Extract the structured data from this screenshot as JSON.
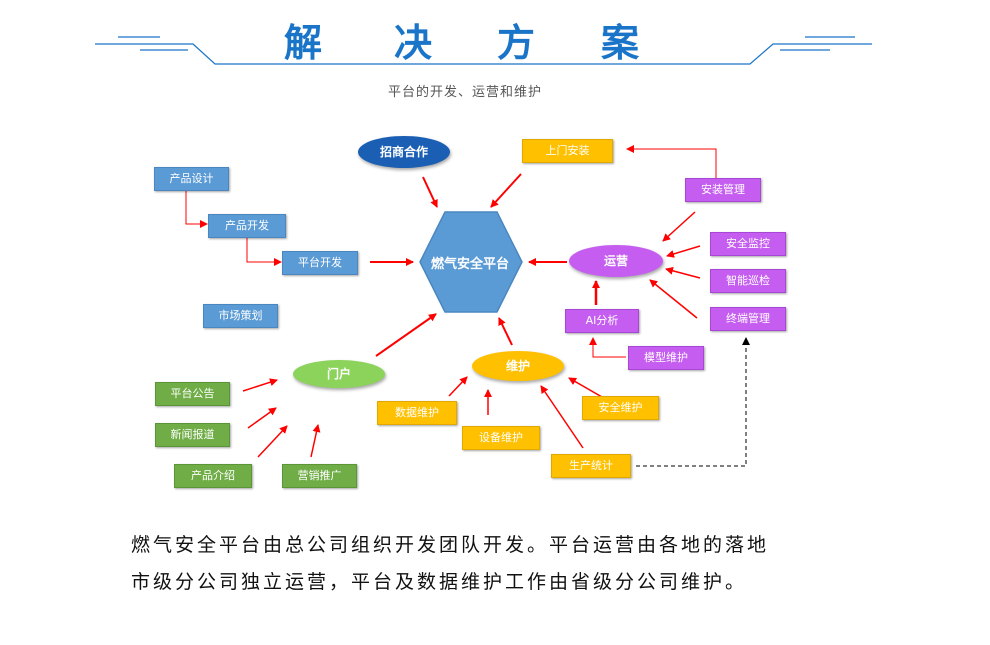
{
  "title": [
    "解",
    "决",
    "方",
    "案"
  ],
  "subtitle": "平台的开发、运营和维护",
  "center": "燃气安全平台",
  "ellipses": {
    "merchant": "招商合作",
    "operation": "运营",
    "maintenance": "维护",
    "portal": "门户"
  },
  "dev_boxes": {
    "product_design": "产品设计",
    "product_dev": "产品开发",
    "platform_dev": "平台开发",
    "market_plan": "市场策划"
  },
  "ops_boxes": {
    "door_install": "上门安装",
    "install_mgmt": "安装管理",
    "safety_monitor": "安全监控",
    "smart_patrol": "智能巡检",
    "terminal_mgmt": "终端管理",
    "ai_analysis": "AI分析",
    "model_maint": "模型维护"
  },
  "maint_boxes": {
    "data_maint": "数据维护",
    "device_maint": "设备维护",
    "safety_maint": "安全维护",
    "production_stats": "生产统计"
  },
  "portal_boxes": {
    "announcement": "平台公告",
    "news": "新闻报道",
    "product_intro": "产品介绍",
    "marketing": "营销推广"
  },
  "paragraph": [
    "燃气安全平台由总公司组织开发团队开发。平台运营由各地的落地",
    "市级分公司独立运营，平台及数据维护工作由省级分公司维护。"
  ],
  "colors": {
    "title": "#1a75c9",
    "line": "#1a75c9",
    "hexagon": "#5b9bd5",
    "merchant_ellipse": "#1a5fb4",
    "operation_ellipse": "#c55ef0",
    "maintenance_ellipse": "#ffc000",
    "portal_ellipse": "#8bd35a",
    "arrow": "#ff0000"
  }
}
